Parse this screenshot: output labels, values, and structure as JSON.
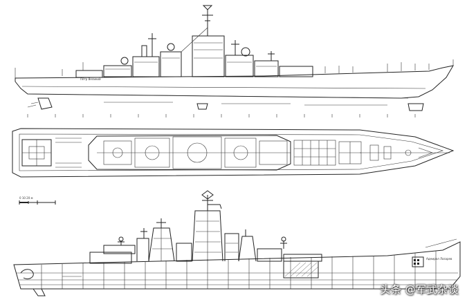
{
  "drawing": {
    "side_view_name_plate": "Пётр Великий",
    "stern_inscription": "Адмирал Лазарев",
    "scale_bar_label": "0 10 20 м"
  },
  "watermark": {
    "text": "头条 @军武杂谈"
  },
  "colors": {
    "ink": "#222222",
    "paper": "#ffffff",
    "watermark_text": "#ffffff"
  }
}
